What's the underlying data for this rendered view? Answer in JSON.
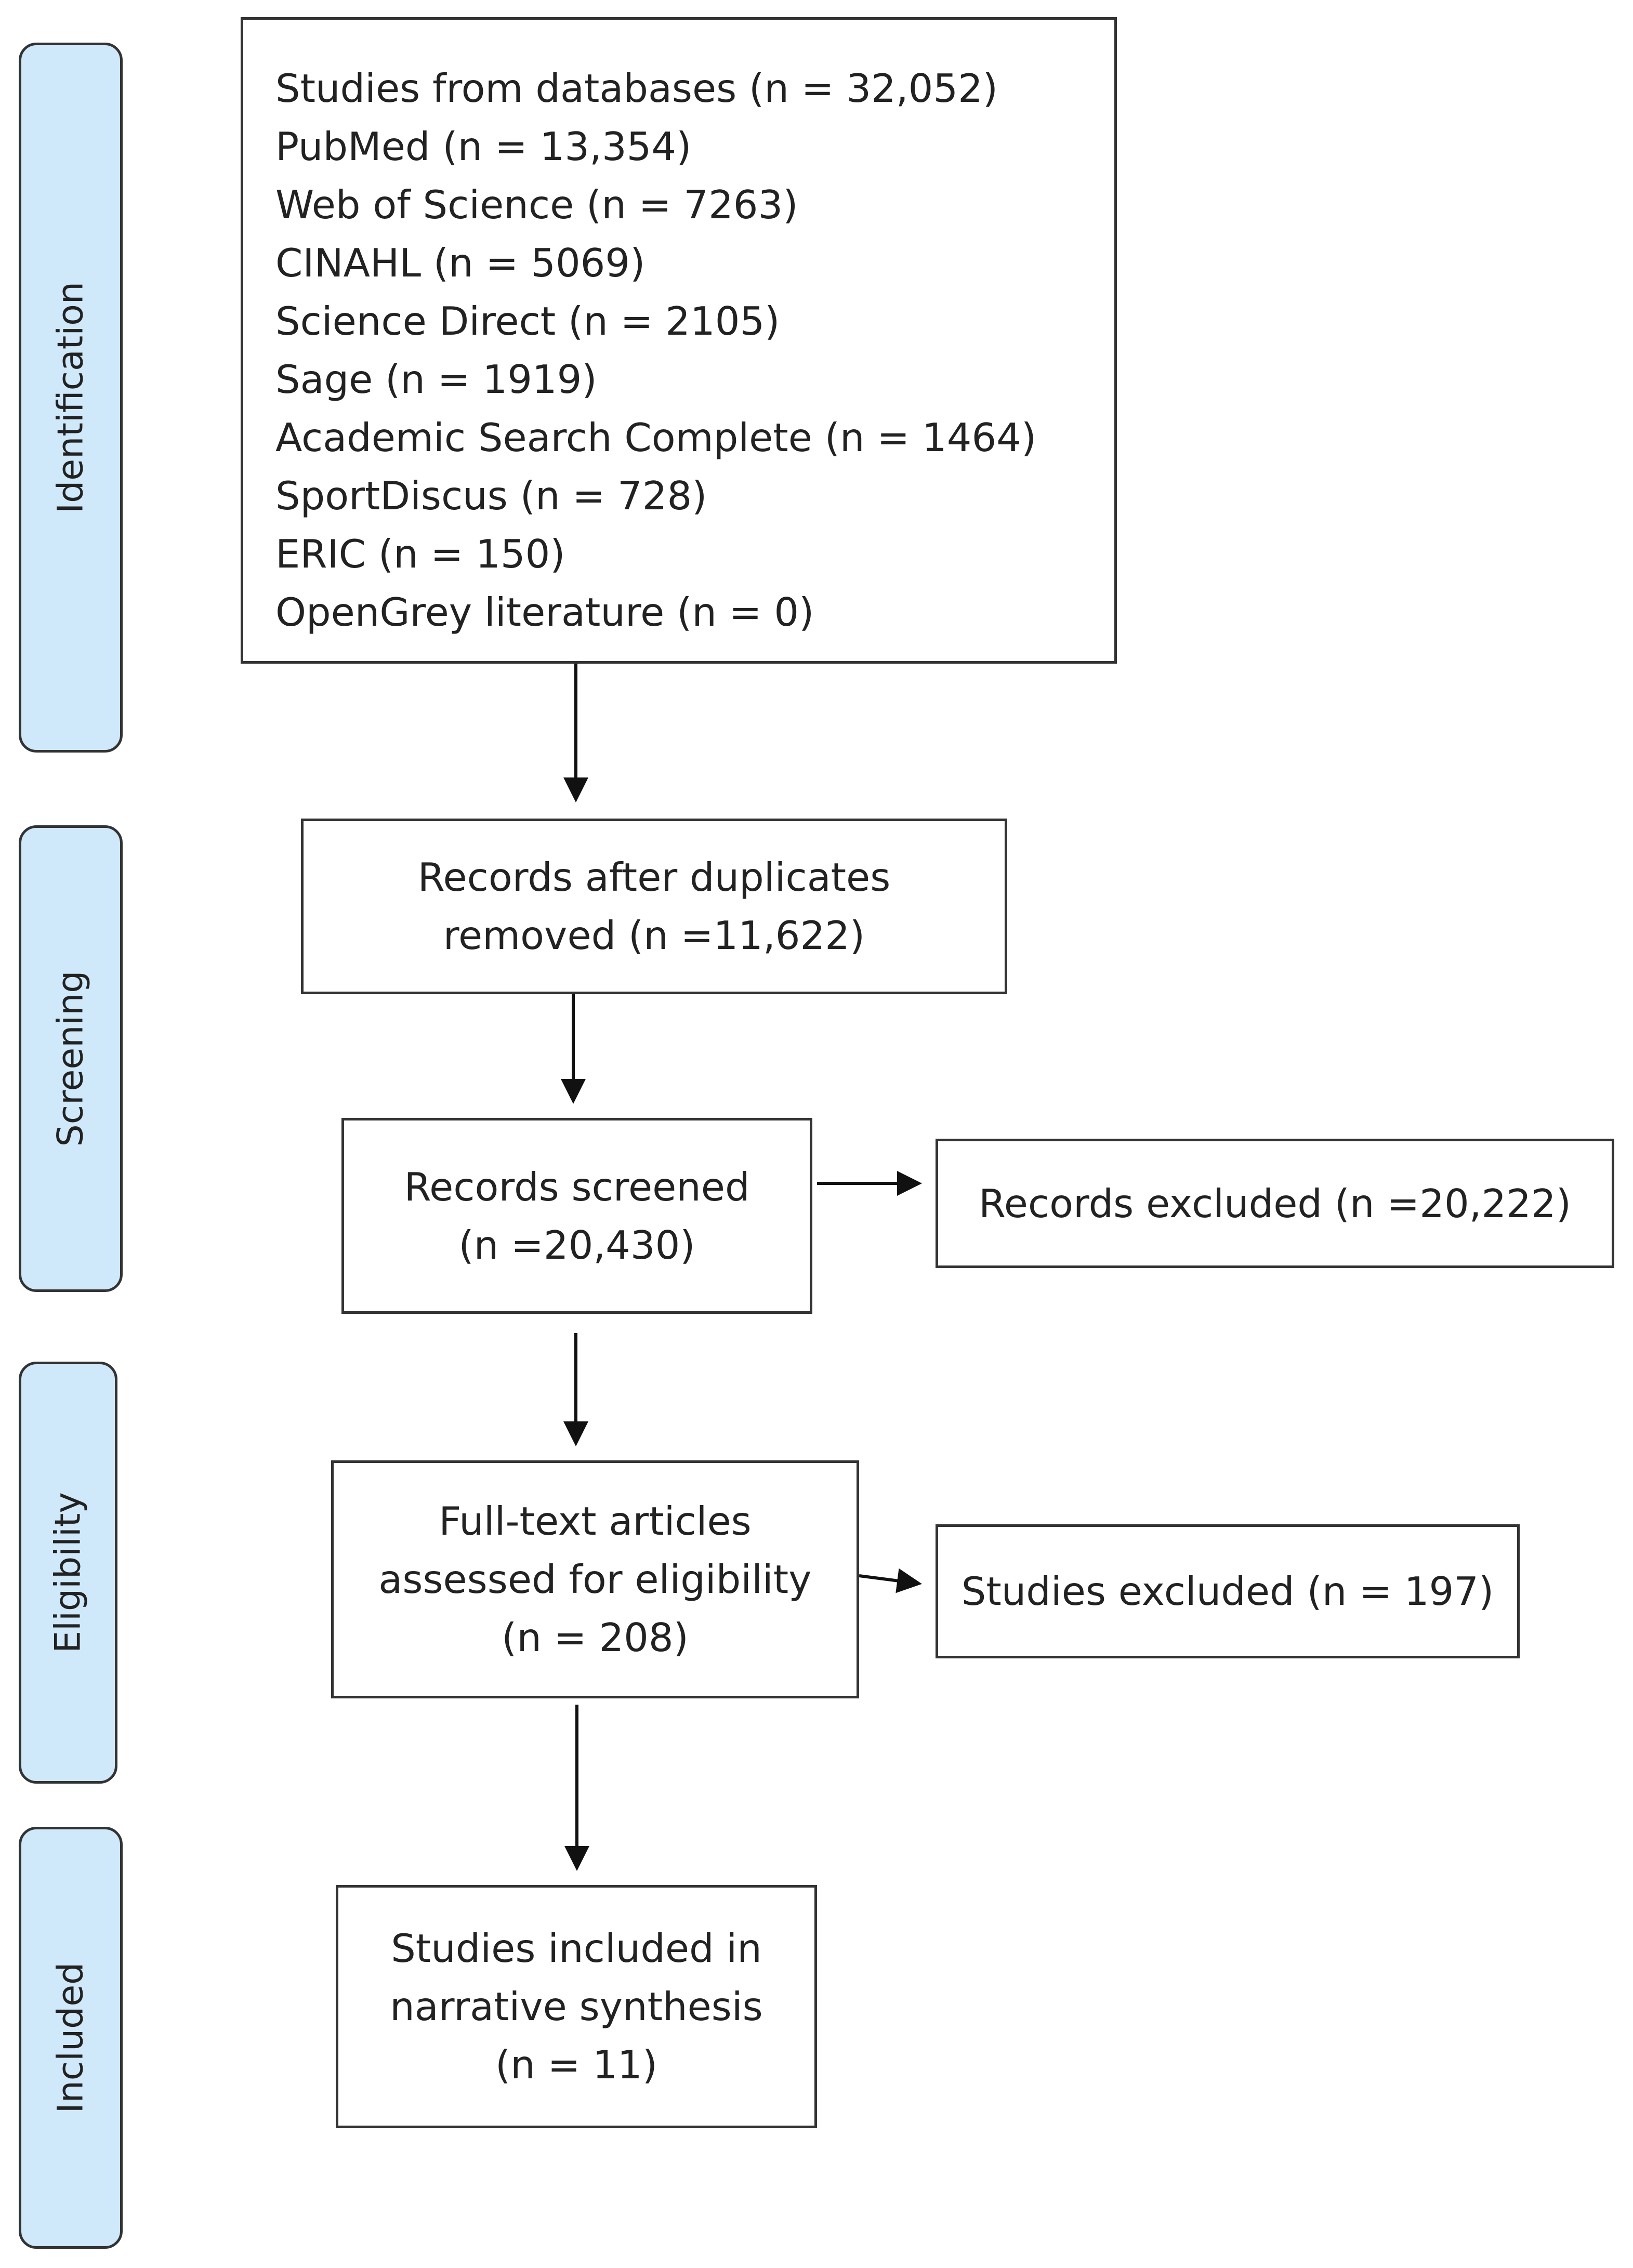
{
  "stages": [
    {
      "id": "identification",
      "label": "Identification"
    },
    {
      "id": "screening",
      "label": "Screening"
    },
    {
      "id": "eligibility",
      "label": "Eligibility"
    },
    {
      "id": "included",
      "label": "Included"
    }
  ],
  "databases": {
    "heading": "Studies from databases (n = 32,052)",
    "items": [
      "PubMed (n = 13,354)",
      "Web of Science (n = 7263)",
      "CINAHL (n = 5069)",
      "Science Direct (n = 2105)",
      "Sage (n = 1919)",
      "Academic Search Complete (n = 1464)",
      "SportDiscus (n = 728)",
      "ERIC (n = 150)",
      "OpenGrey literature (n = 0)"
    ]
  },
  "duplicates_removed": {
    "lines": [
      "Records after duplicates",
      "removed (n =11,622)"
    ]
  },
  "records_screened": {
    "lines": [
      "Records screened",
      "(n =20,430)"
    ]
  },
  "records_excluded": {
    "lines": [
      "Records excluded (n =20,222)"
    ]
  },
  "fulltext_assessed": {
    "lines": [
      "Full-text articles",
      "assessed for eligibility",
      "(n = 208)"
    ]
  },
  "studies_excluded": {
    "lines": [
      "Studies excluded (n = 197)"
    ]
  },
  "studies_included": {
    "lines": [
      "Studies included in",
      "narrative synthesis",
      "(n = 11)"
    ]
  },
  "colors": {
    "stage_fill": "#cfe8fa",
    "border": "#333333",
    "text": "#222222"
  }
}
